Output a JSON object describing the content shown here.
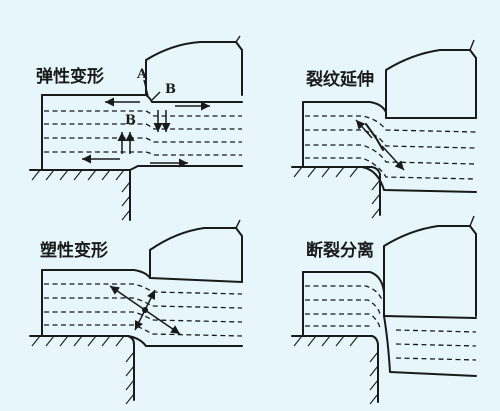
{
  "panels": [
    {
      "id": "elastic",
      "caption": "弹性变形",
      "markers": [
        "A",
        "B",
        "B"
      ]
    },
    {
      "id": "crack",
      "caption": "裂纹延伸"
    },
    {
      "id": "plastic",
      "caption": "塑性变形"
    },
    {
      "id": "separation",
      "caption": "断裂分离"
    }
  ]
}
